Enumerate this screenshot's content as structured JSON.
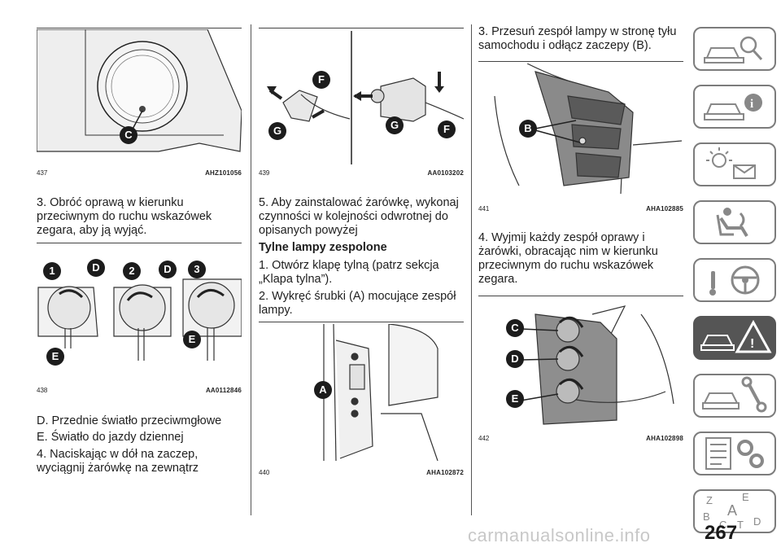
{
  "figures": {
    "f437": {
      "number": "437",
      "code": "AHZ101056"
    },
    "f438": {
      "number": "438",
      "code": "AA0112846"
    },
    "f439": {
      "number": "439",
      "code": "AA0103202"
    },
    "f440": {
      "number": "440",
      "code": "AHA102872"
    },
    "f441": {
      "number": "441",
      "code": "AHA102885"
    },
    "f442": {
      "number": "442",
      "code": "AHA102898"
    }
  },
  "labels": {
    "c": "C",
    "d": "D",
    "e": "E",
    "f": "F",
    "g": "G",
    "a": "A",
    "b": "B",
    "n1": "1",
    "n2": "2",
    "n3": "3"
  },
  "col1": {
    "step3": "3. Obróć oprawą w kierunku przeciwnym do ruchu wskazówek zegara, aby ją wyjąć.",
    "item_d": "D. Przednie światło przeciwmgłowe",
    "item_e": "E. Światło do jazdy dziennej",
    "step4": "4. Naciskając w dół na zaczep, wyciągnij żarówkę na zewnątrz"
  },
  "col2": {
    "step5": "5. Aby zainstalować żarówkę, wykonaj czynności w kolejności odwrotnej do opisanych powyżej",
    "heading": "Tylne lampy zespolone",
    "step1": "1. Otwórz klapę tylną (patrz sekcja „Klapa tylna”).",
    "step2": "2. Wykręć śrubki (A) mocujące zespół lampy."
  },
  "col3": {
    "step3": "3. Przesuń zespół lampy w stronę tyłu samochodu i odłącz zaczepy (B).",
    "step4": "4. Wyjmij każdy zespół oprawy i żarówki, obracając nim w kierunku przeciwnym do ruchu wskazówek zegara."
  },
  "sidebar": {
    "tabs": [
      {
        "icon": "car-search-icon"
      },
      {
        "icon": "car-info-icon"
      },
      {
        "icon": "warning-lights-icon"
      },
      {
        "icon": "airbag-seat-icon"
      },
      {
        "icon": "steering-wheel-icon"
      },
      {
        "icon": "breakdown-triangle-icon",
        "active": true
      },
      {
        "icon": "car-wrench-icon"
      },
      {
        "icon": "specs-gears-icon"
      },
      {
        "icon": "alphabet-index-icon"
      }
    ]
  },
  "page": {
    "number": "267",
    "watermark": "carmanualsonline.info"
  },
  "colors": {
    "tab_active": "#555555",
    "tab_border": "#7c7c7c"
  }
}
